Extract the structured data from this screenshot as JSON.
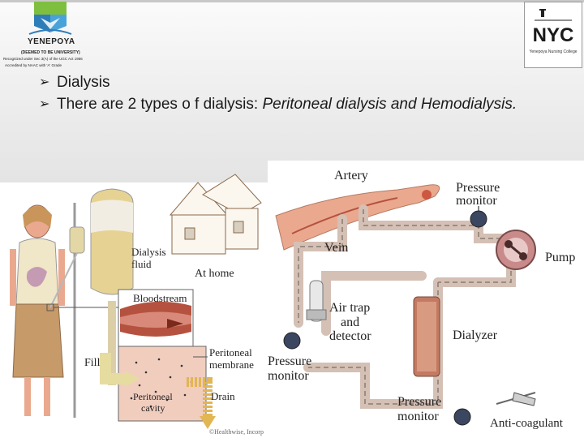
{
  "header": {
    "left_logo": {
      "name": "YENEPOYA",
      "lines": [
        "(DEEMED TO BE UNIVERSITY)",
        "Recognized under Sec 3(A) of the UGC Act 1956",
        "Accredited by NAAC with 'A' Grade"
      ]
    },
    "right_logo": {
      "mark": "NYC",
      "caption": "Yenepoya Nursing College"
    }
  },
  "bullets": [
    {
      "text": "Dialysis",
      "italic": ""
    },
    {
      "text": "There are 2 types o f dialysis: ",
      "italic": "Peritoneal dialysis and Hemodialysis."
    }
  ],
  "peritoneal_diagram": {
    "labels": {
      "fluid": [
        "Dialysis",
        "fluid"
      ],
      "home": "At home",
      "bloodstream": "Bloodstream",
      "membrane": [
        "Peritoneal",
        "membrane"
      ],
      "fill": "Fill",
      "drain": "Drain",
      "cavity": [
        "Peritoneal",
        "cavity"
      ],
      "credit": "©Healthwise, Incorp"
    }
  },
  "hemo_diagram": {
    "labels": {
      "artery": "Artery",
      "vein": "Vein",
      "pressure_top": [
        "Pressure",
        "monitor"
      ],
      "pump": "Pump",
      "air_trap": [
        "Air trap",
        "and",
        "detector"
      ],
      "dialyzer": "Dialyzer",
      "pressure_left": [
        "Pressure",
        "monitor"
      ],
      "pressure_bottom": [
        "Pressure",
        "monitor"
      ],
      "anticoag": "Anti-coagulant"
    }
  },
  "colors": {
    "tube": "#d5c0b5",
    "blood": "#b5523f",
    "fluid": "#d8c07a",
    "skin": "#eaa98e",
    "dialyzer": "#c47a62"
  }
}
